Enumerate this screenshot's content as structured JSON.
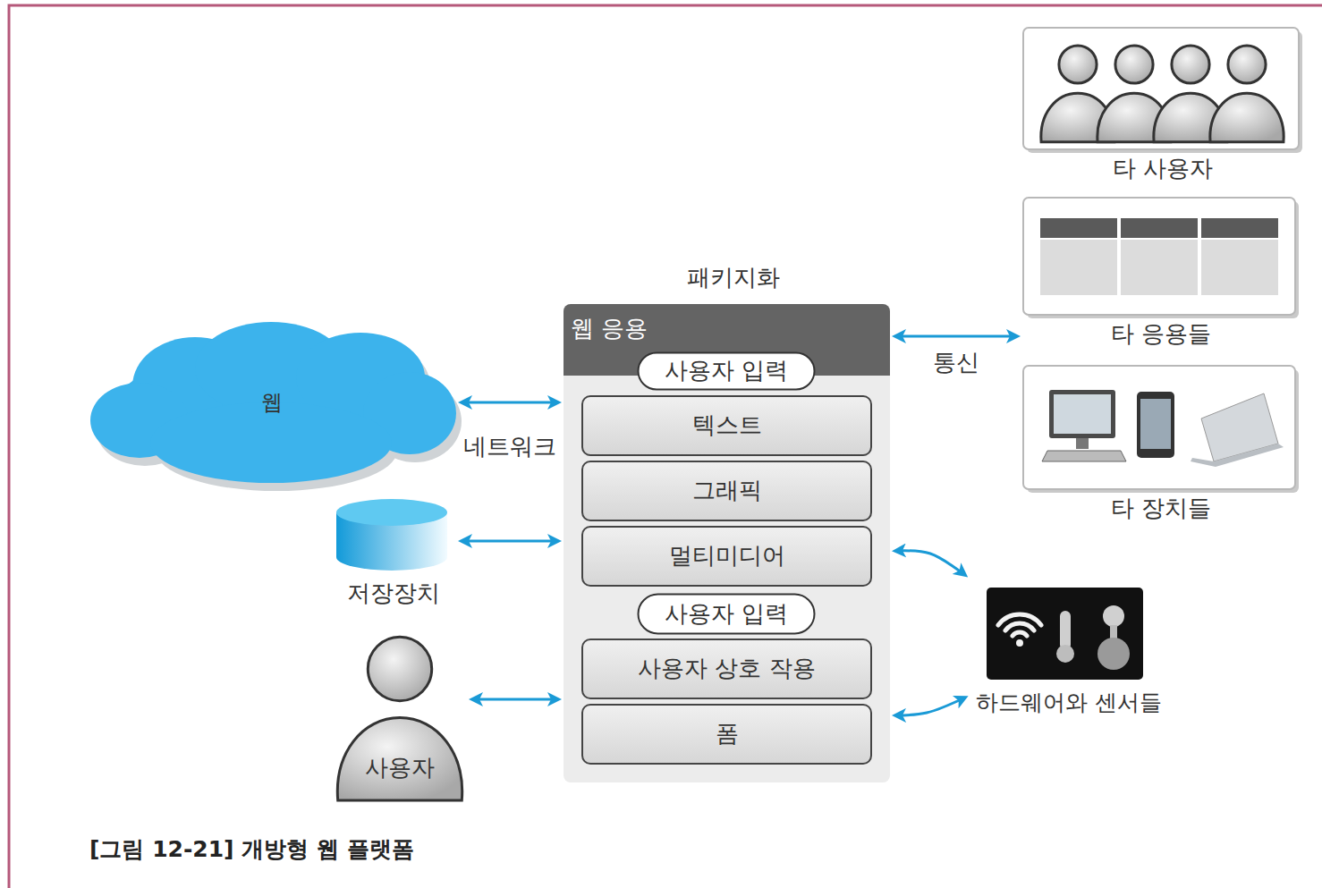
{
  "diagram": {
    "caption": "[그림 12-21] 개방형 웹 플랫폼",
    "nodes": [
      {
        "text": [
          "웹"
        ]
      },
      {
        "text": [
          "저장장치"
        ]
      },
      {
        "text": [
          "사용자"
        ]
      },
      {
        "text": [
          "웹 응용"
        ]
      },
      {
        "text": [
          "사용자 입력"
        ],
        "in": 3
      },
      {
        "text": [
          "텍스트"
        ],
        "in": 3
      },
      {
        "text": [
          "그래픽"
        ],
        "in": 3
      },
      {
        "text": [
          "멀티미디어"
        ],
        "in": 3
      },
      {
        "text": [
          "사용자 입력"
        ],
        "in": 3
      },
      {
        "text": [
          "사용자 상호 작용"
        ],
        "in": 3
      },
      {
        "text": [
          "폼"
        ],
        "in": 3
      },
      {
        "text": [
          "타 사용자"
        ]
      },
      {
        "text": [
          "타 응용들"
        ]
      },
      {
        "text": [
          "타 장치들"
        ]
      },
      {
        "text": [
          "하드웨어와 센서들"
        ]
      }
    ],
    "edges": [
      {
        "from": 0,
        "to": 3,
        "arrow": "both",
        "label": "네트워크"
      },
      {
        "from": 1,
        "to": 3,
        "arrow": "both"
      },
      {
        "from": 2,
        "to": 3,
        "arrow": "both"
      },
      {
        "from": 3,
        "to": 12,
        "arrow": "both",
        "label": "통신"
      },
      {
        "from": 3,
        "to": 14,
        "arrow": "both"
      },
      {
        "from": 3,
        "to": 14,
        "arrow": "both"
      }
    ],
    "labels": [
      "패키지화"
    ]
  }
}
